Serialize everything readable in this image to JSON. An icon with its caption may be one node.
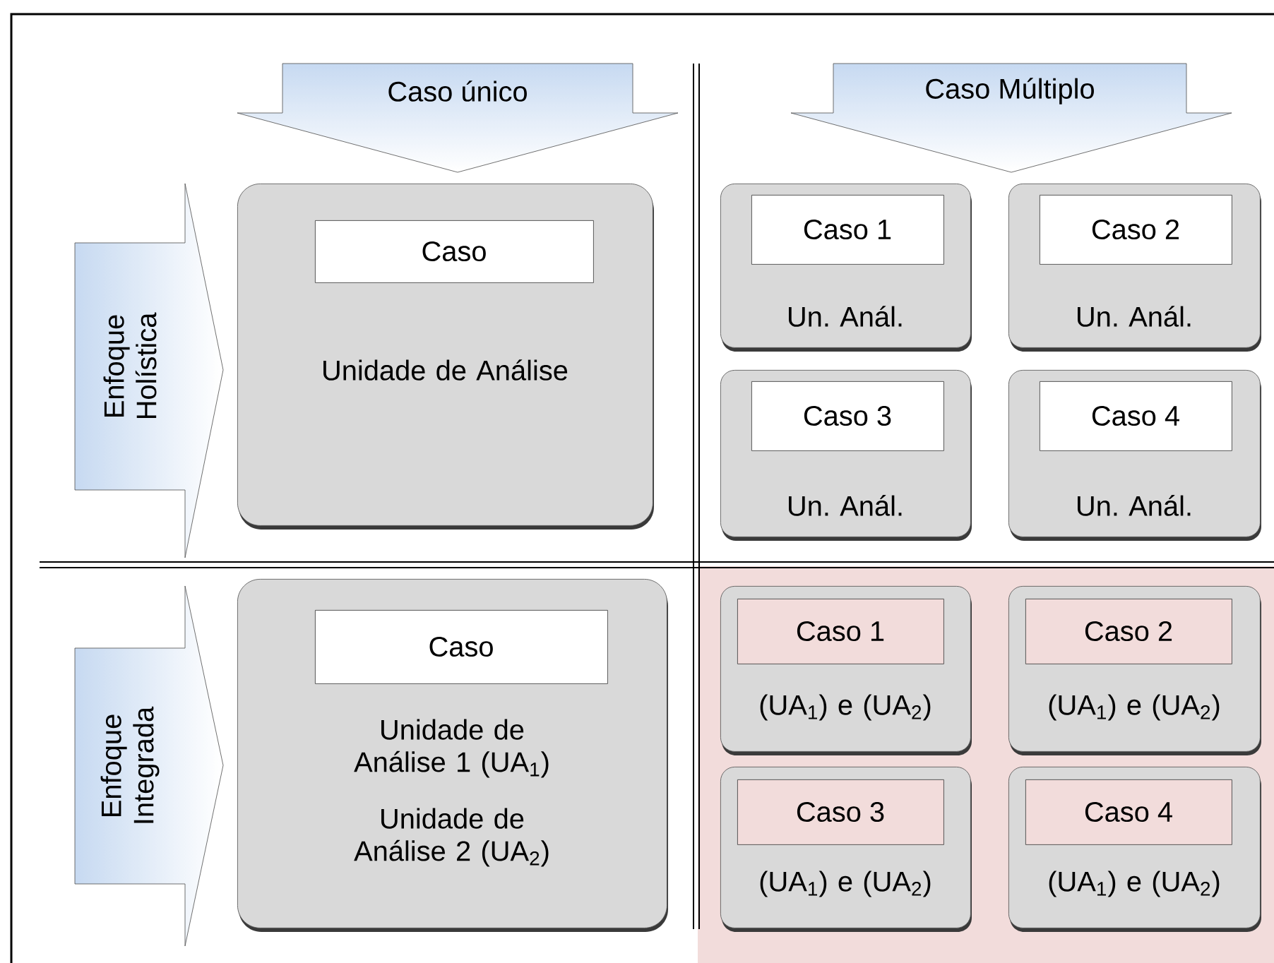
{
  "diagram": {
    "nodes": [
      {
        "text": [
          "Caso único"
        ]
      },
      {
        "text": [
          "Caso Múltiplo"
        ]
      },
      {
        "text": [
          "Enfoque Holística"
        ]
      },
      {
        "text": [
          "Unidade de Análise"
        ]
      },
      {
        "text": [
          "Caso"
        ],
        "in": 3
      },
      {
        "text": [
          "Un. Anál."
        ]
      },
      {
        "text": [
          "Caso 1"
        ],
        "in": 5
      },
      {
        "text": [
          "Un. Anál."
        ]
      },
      {
        "text": [
          "Caso 2"
        ],
        "in": 7
      },
      {
        "text": [
          "Un. Anál."
        ]
      },
      {
        "text": [
          "Caso 3"
        ],
        "in": 9
      },
      {
        "text": [
          "Un. Anál."
        ]
      },
      {
        "text": [
          "Caso 4"
        ],
        "in": 11
      },
      {
        "text": [
          "Enfoque Integrada"
        ]
      },
      {
        "text": [
          "Unidade de Análise 1 (UA$_{1}$)",
          "Unidade de Análise 2 (UA$_{2}$)"
        ]
      },
      {
        "text": [
          "Caso"
        ],
        "in": 14
      },
      {
        "text": [
          "(UA$_{1}$) e (UA$_{2}$)"
        ]
      },
      {
        "text": [
          "Caso 1"
        ],
        "in": 16
      },
      {
        "text": [
          "(UA$_{1}$) e (UA$_{2}$)"
        ]
      },
      {
        "text": [
          "Caso 2"
        ],
        "in": 18
      },
      {
        "text": [
          "(UA$_{1}$) e (UA$_{2}$)"
        ]
      },
      {
        "text": [
          "Caso 3"
        ],
        "in": 20
      },
      {
        "text": [
          "(UA$_{1}$) e (UA$_{2}$)"
        ]
      },
      {
        "text": [
          "Caso 4"
        ],
        "in": 22
      }
    ]
  }
}
